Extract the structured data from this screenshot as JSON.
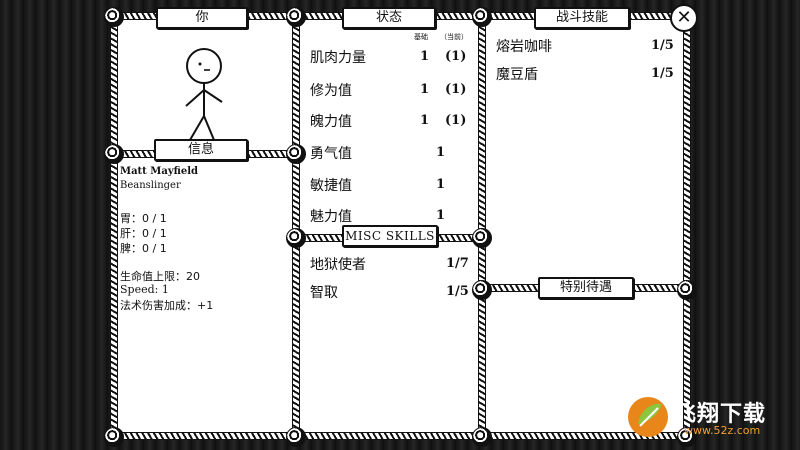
{
  "panels": {
    "you": {
      "title": "你"
    },
    "info": {
      "title": "信息",
      "name": "Matt Mayfield",
      "class": "Beanslinger",
      "organs": [
        "胃：0 / 1",
        "肝：0 / 1",
        "脾：0 / 1"
      ],
      "hp_max": "生命值上限：20",
      "speed": "Speed: 1",
      "spell_bonus": "法术伤害加成：+1"
    },
    "stats": {
      "title": "状态",
      "header_base": "基础",
      "header_current": "（当前）",
      "rows": [
        {
          "label": "肌肉力量",
          "base": "1",
          "current": "(1)"
        },
        {
          "label": "修为值",
          "base": "1",
          "current": "(1)"
        },
        {
          "label": "魄力值",
          "base": "1",
          "current": "(1)"
        },
        {
          "label": "勇气值",
          "base": "1",
          "current": ""
        },
        {
          "label": "敏捷值",
          "base": "1",
          "current": ""
        },
        {
          "label": "魅力值",
          "base": "1",
          "current": ""
        }
      ]
    },
    "misc": {
      "title": "MISC SKILLS",
      "rows": [
        {
          "label": "地狱使者",
          "value": "1/7"
        },
        {
          "label": "智取",
          "value": "1/5"
        }
      ]
    },
    "combat": {
      "title": "战斗技能",
      "rows": [
        {
          "label": "熔岩咖啡",
          "value": "1/5"
        },
        {
          "label": "魔豆盾",
          "value": "1/5"
        }
      ]
    },
    "perks": {
      "title": "特别待遇"
    }
  },
  "close_icon": "close-icon",
  "watermark": {
    "brand": "飞翔下载",
    "url": "www.52z.com"
  }
}
